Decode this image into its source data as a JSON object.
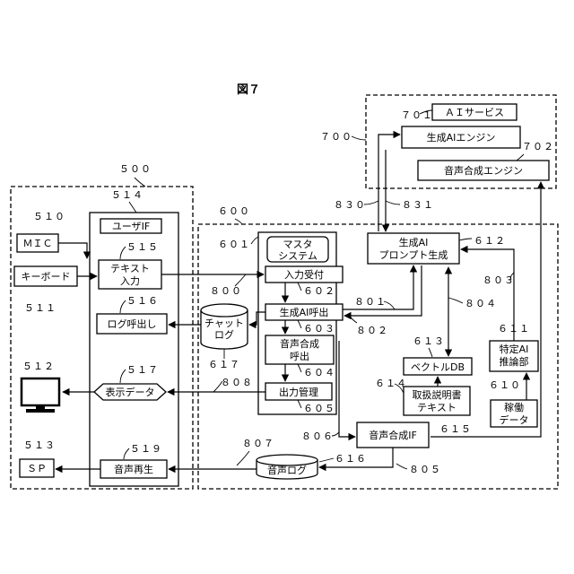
{
  "figure": {
    "title": "図７"
  },
  "ai_service": {
    "label": "ＡＩサービス",
    "ref": "７０１",
    "group_ref": "７００",
    "gen_ai_engine": "生成AIエンジン",
    "speech_synth_engine": "音声合成エンジン",
    "speech_synth_engine_ref": "７０２"
  },
  "user_terminal": {
    "group_ref": "５００",
    "mic": {
      "label": "ＭＩＣ",
      "ref": "５１０"
    },
    "keyboard": {
      "label": "キーボード",
      "ref": "５１１"
    },
    "display": {
      "ref": "５１２"
    },
    "speaker": {
      "label": "ＳＰ",
      "ref": "５１３"
    },
    "user_if": {
      "label": "ユーザIF",
      "ref": "５１４",
      "text_input_1": "テキスト",
      "text_input_2": "入力",
      "text_input_ref": "５１５",
      "log_call": "ログ呼出し",
      "log_call_ref": "５１６",
      "display_data": "表示データ",
      "display_data_ref": "５１７",
      "audio_play": "音声再生",
      "audio_play_ref": "５１９"
    }
  },
  "server": {
    "group_ref": "６００",
    "master": {
      "label_1": "マスタ",
      "label_2": "システム",
      "ref": "６０１",
      "input_accept": "入力受付",
      "input_accept_ref": "６０２",
      "gen_ai_call": "生成AI呼出",
      "gen_ai_call_ref": "６０３",
      "speech_call_1": "音声合成",
      "speech_call_2": "呼出",
      "speech_call_ref": "６０４",
      "output_mgmt": "出力管理",
      "output_mgmt_ref": "６０５"
    },
    "prompt_gen": {
      "label_1": "生成AI",
      "label_2": "プロンプト生成",
      "ref": "６１２"
    },
    "vector_db": {
      "label": "ベクトルDB",
      "ref": "６１３"
    },
    "manual_text": {
      "label_1": "取扱説明書",
      "label_2": "テキスト",
      "ref": "６１４"
    },
    "speech_if": {
      "label": "音声合成IF",
      "ref": "６１５"
    },
    "audio_log": {
      "label": "音声ログ",
      "ref": "６１６"
    },
    "chat_log": {
      "label_1": "チャット",
      "label_2": "ログ",
      "ref": "６１７"
    },
    "ai_infer": {
      "label_1": "特定AI",
      "label_2": "推論部",
      "ref": "６１１"
    },
    "operation_data": {
      "label_1": "稼働",
      "label_2": "データ",
      "ref": "６１０"
    }
  },
  "signals": {
    "s800": "８００",
    "s801": "８０１",
    "s802": "８０２",
    "s803": "８０３",
    "s804": "８０４",
    "s805": "８０５",
    "s806": "８０６",
    "s807": "８０７",
    "s808": "８０８",
    "s830": "８３０",
    "s831": "８３１"
  }
}
